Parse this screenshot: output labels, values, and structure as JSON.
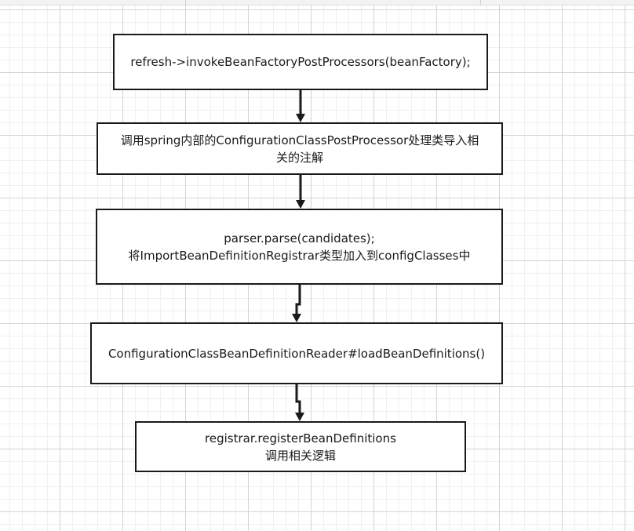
{
  "diagram": {
    "type": "flowchart",
    "colors": {
      "border": "#1a1a1a",
      "text": "#1a1a1a",
      "arrow": "#1a1a1a",
      "grid": "#d4d4d4",
      "background": "#ffffff"
    },
    "nodes": [
      {
        "id": "n1",
        "lines": [
          "refresh->invokeBeanFactoryPostProcessors(beanFactory);"
        ]
      },
      {
        "id": "n2",
        "lines": [
          "调用spring内部的ConfigurationClassPostProcessor处理类导入相",
          "关的注解"
        ]
      },
      {
        "id": "n3",
        "lines": [
          "parser.parse(candidates);",
          "将ImportBeanDefinitionRegistrar类型加入到configClasses中"
        ]
      },
      {
        "id": "n4",
        "lines": [
          "ConfigurationClassBeanDefinitionReader#loadBeanDefinitions()"
        ]
      },
      {
        "id": "n5",
        "lines": [
          "registrar.registerBeanDefinitions",
          "调用相关逻辑"
        ]
      }
    ],
    "edges": [
      {
        "from": "n1",
        "to": "n2"
      },
      {
        "from": "n2",
        "to": "n3"
      },
      {
        "from": "n3",
        "to": "n4"
      },
      {
        "from": "n4",
        "to": "n5"
      }
    ]
  }
}
